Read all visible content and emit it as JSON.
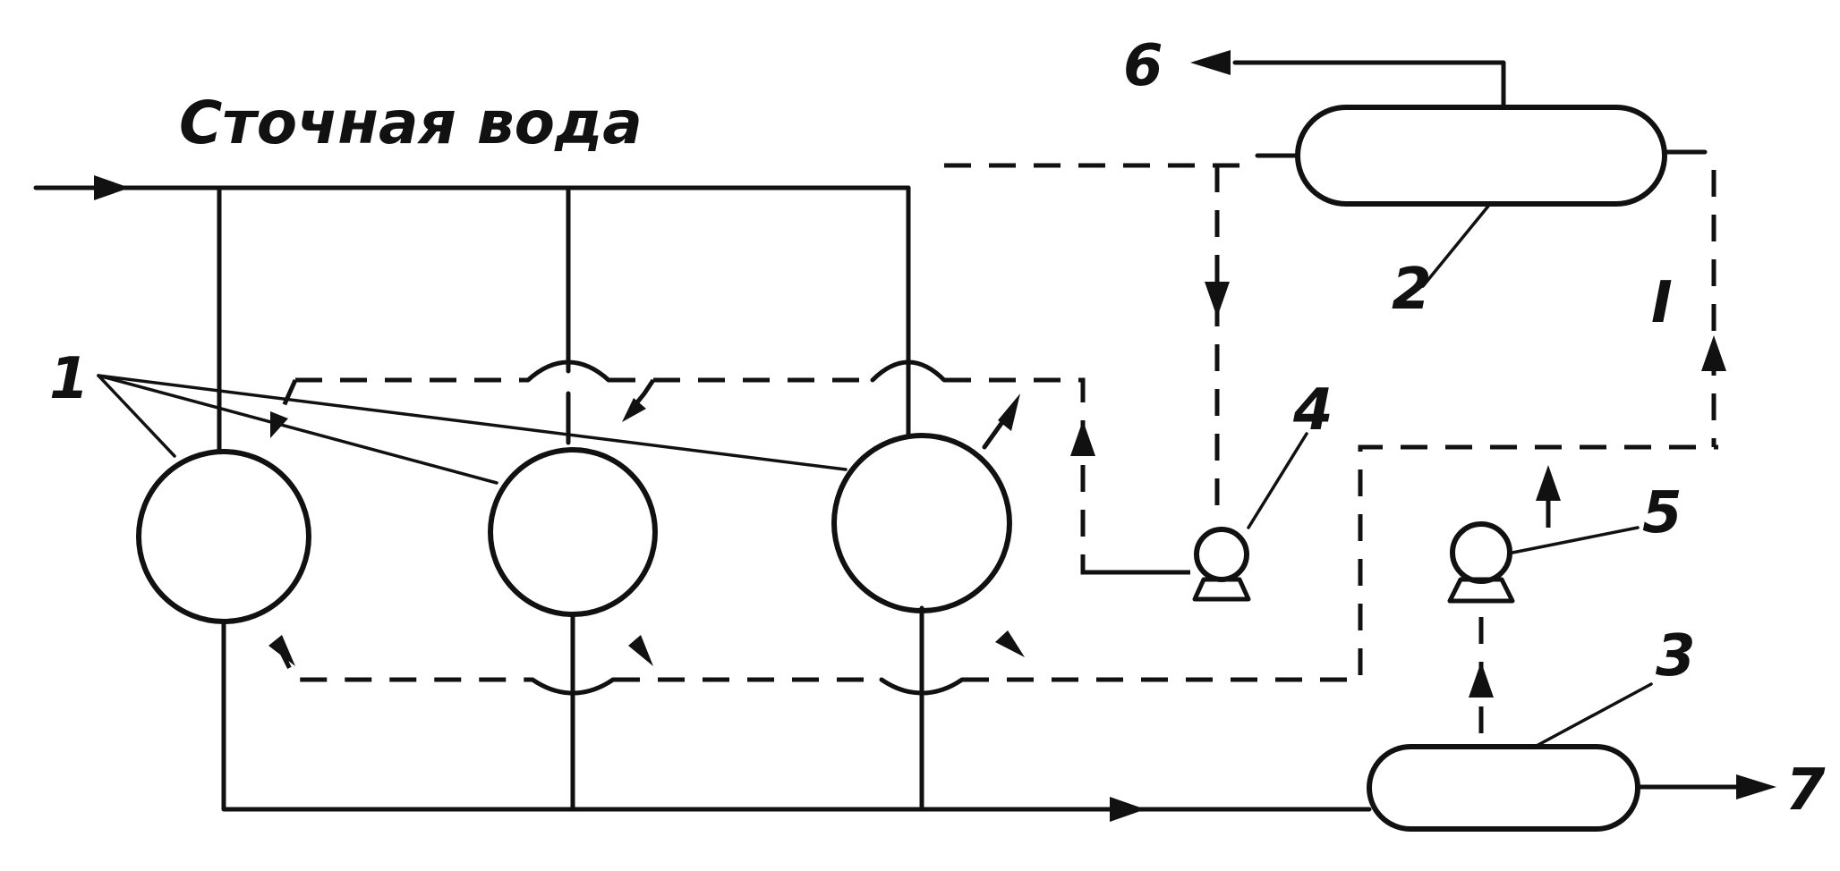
{
  "diagram": {
    "inlet_label": "Сточная вода",
    "labels": {
      "extractors": "1",
      "distillation_column": "2",
      "separator": "3",
      "pump_a": "4",
      "pump_b": "5",
      "product_out": "6",
      "water_out": "7",
      "loop_mark": "I"
    }
  }
}
